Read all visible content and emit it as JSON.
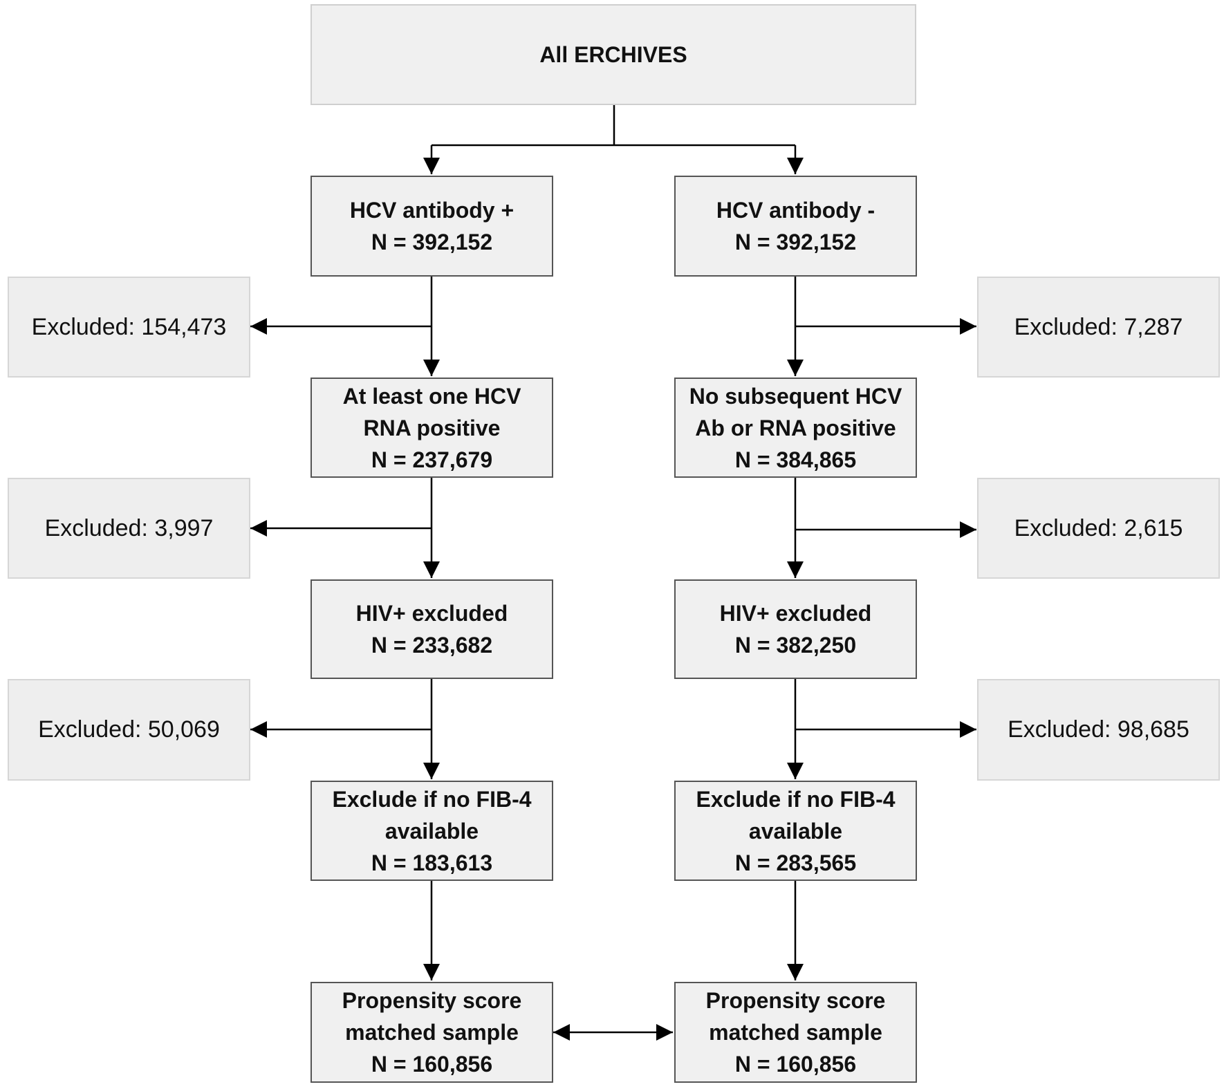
{
  "colors": {
    "box_fill": "#f0f0f0",
    "excluded_fill": "#eeeeee",
    "line": "#000000"
  },
  "top": {
    "label": "All ERCHIVES"
  },
  "left": {
    "b1": {
      "line1": "HCV antibody +",
      "n": "N = 392,152"
    },
    "b2": {
      "line1": "At least one HCV",
      "line2": "RNA positive",
      "n": "N = 237,679"
    },
    "b3": {
      "line1": "HIV+ excluded",
      "n": "N = 233,682"
    },
    "b4": {
      "line1": "Exclude if no FIB-4",
      "line2": "available",
      "n": "N = 183,613"
    },
    "b5": {
      "line1": "Propensity score",
      "line2": "matched sample",
      "n": "N = 160,856"
    },
    "excluded": [
      "Excluded: 154,473",
      "Excluded: 3,997",
      "Excluded: 50,069"
    ]
  },
  "right": {
    "b1": {
      "line1": "HCV antibody -",
      "n": "N = 392,152"
    },
    "b2": {
      "line1": "No subsequent HCV",
      "line2": "Ab or RNA positive",
      "n": "N = 384,865"
    },
    "b3": {
      "line1": "HIV+ excluded",
      "n": "N = 382,250"
    },
    "b4": {
      "line1": "Exclude if no FIB-4",
      "line2": "available",
      "n": "N = 283,565"
    },
    "b5": {
      "line1": "Propensity score",
      "line2": "matched sample",
      "n": "N = 160,856"
    },
    "excluded": [
      "Excluded: 7,287",
      "Excluded: 2,615",
      "Excluded: 98,685"
    ]
  }
}
